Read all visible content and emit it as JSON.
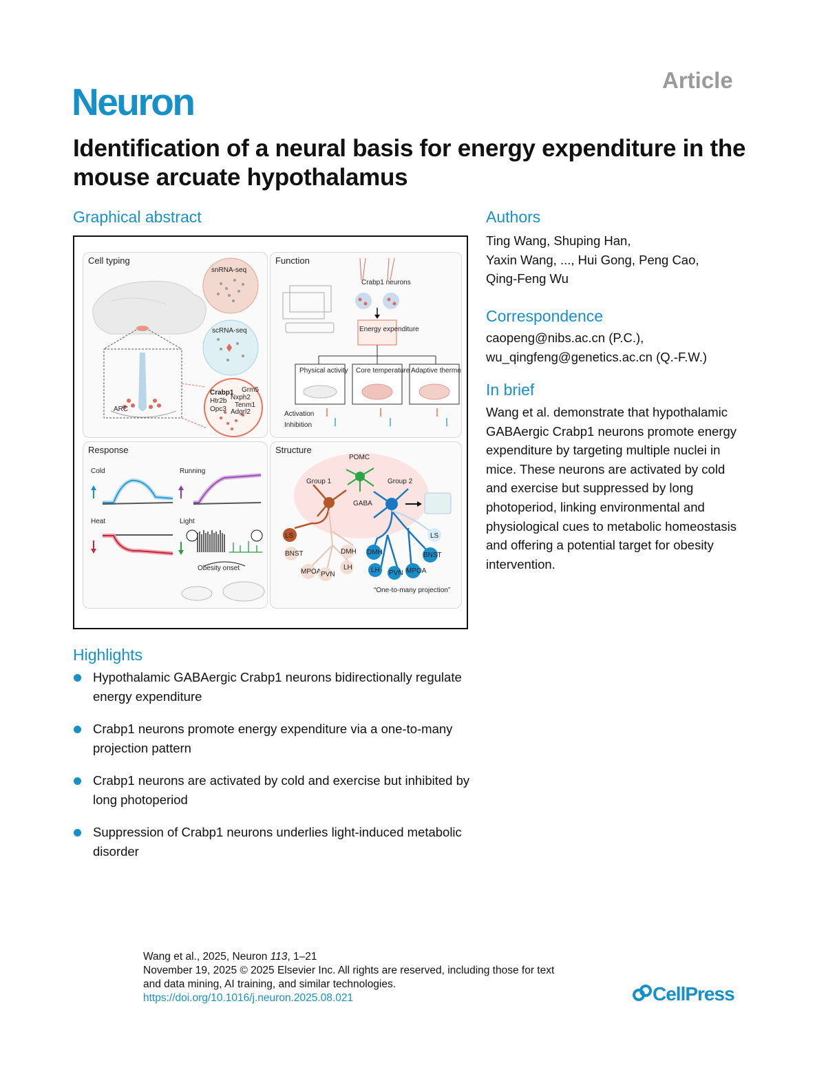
{
  "header": {
    "article_type": "Article",
    "journal": "Neuron",
    "title": "Identification of a neural basis for energy expenditure in the mouse arcuate hypothalamus"
  },
  "graphical_abstract": {
    "heading": "Graphical abstract",
    "panels": {
      "cell_typing": {
        "title": "Cell typing",
        "labels": [
          "snRNA-seq",
          "scRNA-seq",
          "ARC"
        ],
        "genes": [
          "Crabp1",
          "Grm5",
          "Nxph2",
          "Htr2b",
          "Tenm1",
          "Opc3",
          "Adgrl2"
        ]
      },
      "function": {
        "title": "Function",
        "neurons_label": "Crabp1 neurons",
        "energy_label": "Energy expenditure",
        "boxes": [
          "Physical activity",
          "Core temperature",
          "Adaptive thermogenesis"
        ],
        "activation": "Activation",
        "inhibition": "Inhibition"
      },
      "response": {
        "title": "Response",
        "labels": [
          "Cold",
          "Running",
          "Heat",
          "Light"
        ],
        "obesity": "Obesity onset"
      },
      "structure": {
        "title": "Structure",
        "pomc": "POMC",
        "group1": "Group 1",
        "group2": "Group 2",
        "gaba": "GABA",
        "nuclei_left": [
          "LS",
          "BNST",
          "MPOA",
          "PVN",
          "LH",
          "DMH"
        ],
        "nuclei_right": [
          "DMH",
          "LH",
          "PVN",
          "MPOA",
          "BNST",
          "LS"
        ],
        "caption": "“One-to-many projection”"
      }
    }
  },
  "highlights": {
    "heading": "Highlights",
    "items": [
      "Hypothalamic GABAergic Crabp1 neurons bidirectionally regulate energy expenditure",
      "Crabp1 neurons promote energy expenditure via a one-to-many projection pattern",
      "Crabp1 neurons are activated by cold and exercise but inhibited by long photoperiod",
      "Suppression of Crabp1 neurons underlies light-induced metabolic disorder"
    ]
  },
  "authors": {
    "heading": "Authors",
    "lines": [
      "Ting Wang, Shuping Han,",
      "Yaxin Wang, ..., Hui Gong, Peng Cao,",
      "Qing-Feng Wu"
    ]
  },
  "correspondence": {
    "heading": "Correspondence",
    "lines": [
      "caopeng@nibs.ac.cn (P.C.),",
      "wu_qingfeng@genetics.ac.cn (Q.-F.W.)"
    ]
  },
  "in_brief": {
    "heading": "In brief",
    "text": "Wang et al. demonstrate that hypothalamic GABAergic Crabp1 neurons promote energy expenditure by targeting multiple nuclei in mice. These neurons are activated by cold and exercise but suppressed by long photoperiod, linking environmental and physiological cues to metabolic homeostasis and offering a potential target for obesity intervention."
  },
  "footer": {
    "citation_prefix": "Wang et al., 2025, Neuron ",
    "volume": "113",
    "pages": ", 1–21",
    "copyright": "November 19, 2025 © 2025 Elsevier Inc. All rights are reserved, including those for text and data mining, AI training, and similar technologies.",
    "doi": "https://doi.org/10.1016/j.neuron.2025.08.021",
    "publisher": "CellPress"
  },
  "colors": {
    "brand_blue": "#1690c8",
    "activation_red": "#e8735c",
    "inhibition_blue": "#3aa6d6",
    "group1_brown": "#b4552a",
    "group2_blue": "#1a78c2",
    "pomc_green": "#2aa645"
  }
}
